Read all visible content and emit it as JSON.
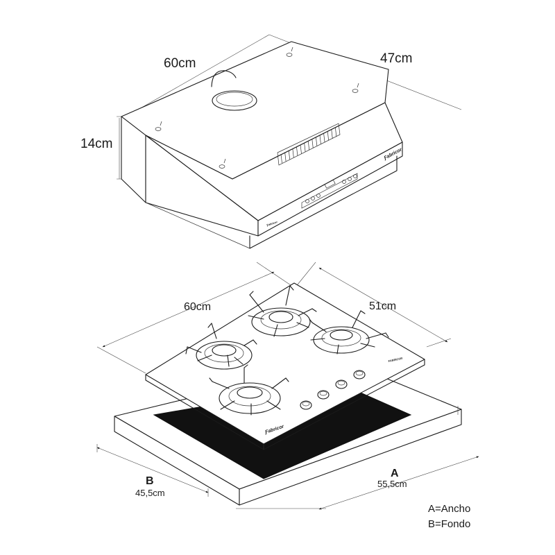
{
  "hood": {
    "width": "60cm",
    "depth": "47cm",
    "height": "14cm"
  },
  "hob": {
    "width": "60cm",
    "depth": "51cm"
  },
  "cutout": {
    "a_letter": "A",
    "a_value": "55,5cm",
    "b_letter": "B",
    "b_value": "45,5cm"
  },
  "legend": {
    "line_a": "A=Ancho",
    "line_b": "B=Fondo"
  },
  "colors": {
    "line": "#1a1a1a",
    "cutout_fill": "#111111",
    "background": "#ffffff"
  }
}
